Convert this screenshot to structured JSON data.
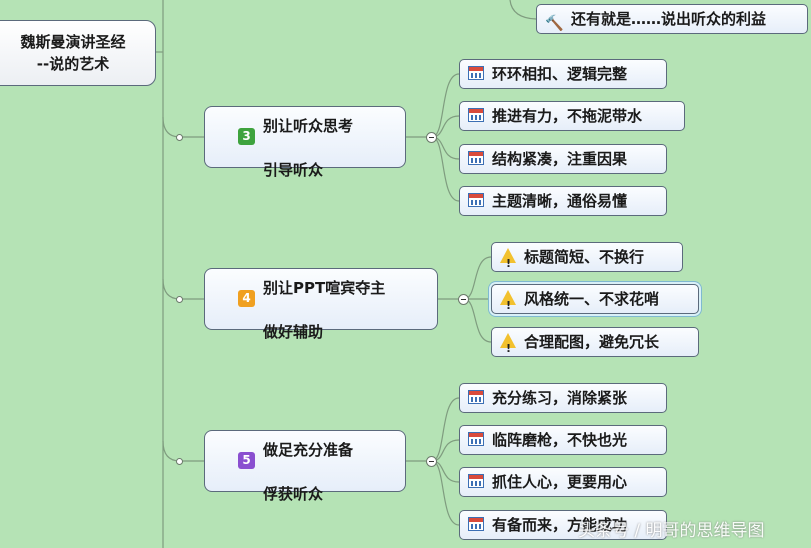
{
  "root": {
    "line1": "魏斯曼演讲圣经",
    "line2": "--说的艺术"
  },
  "top_leaf": {
    "icon": "gavel-icon",
    "label": "还有就是……说出听众的利益"
  },
  "branches": [
    {
      "number": "3",
      "badge_color": "#3ea33e",
      "line1": "别让听众思考",
      "line2": "引导听众",
      "leaf_icon": "calendar-icon",
      "leaves": [
        "环环相扣、逻辑完整",
        "推进有力，不拖泥带水",
        "结构紧凑，注重因果",
        "主题清晰，通俗易懂"
      ]
    },
    {
      "number": "4",
      "badge_color": "#f0a020",
      "line1": "别让PPT喧宾夺主",
      "line2": "做好辅助",
      "leaf_icon": "warning-icon",
      "leaves": [
        "标题简短、不换行",
        "风格统一、不求花哨",
        "合理配图，避免冗长"
      ]
    },
    {
      "number": "5",
      "badge_color": "#8a4fd0",
      "line1": "做足充分准备",
      "line2": "俘获听众",
      "leaf_icon": "calendar-icon",
      "leaves": [
        "充分练习，消除紧张",
        "临阵磨枪，不快也光",
        "抓住人心，更要用心",
        "有备而来，方能成功"
      ]
    }
  ],
  "watermark": "头条号 / 明哥的思维导图"
}
